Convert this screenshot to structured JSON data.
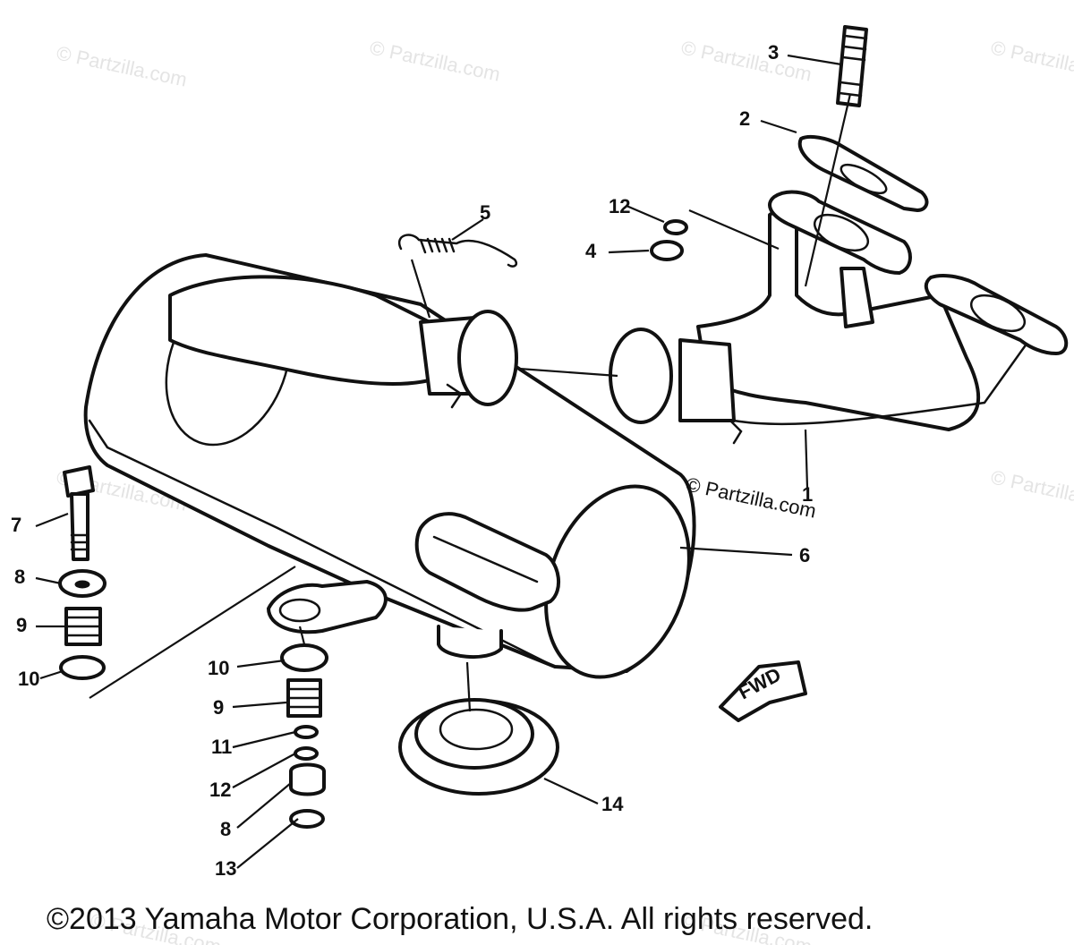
{
  "watermark_text": "© Partzilla.com",
  "site_mark": "© Partzilla.com",
  "copyright": "©2013  Yamaha Motor Corporation, U.S.A. All rights reserved.",
  "direction_tag": "FWD",
  "callouts": {
    "c1": "1",
    "c2": "2",
    "c3": "3",
    "c4": "4",
    "c5": "5",
    "c6": "6",
    "c7": "7",
    "c8a": "8",
    "c9a": "9",
    "c10a": "10",
    "c10b": "10",
    "c9b": "9",
    "c11": "11",
    "c12a": "12",
    "c8b": "8",
    "c13": "13",
    "c12b": "12",
    "c14": "14"
  }
}
